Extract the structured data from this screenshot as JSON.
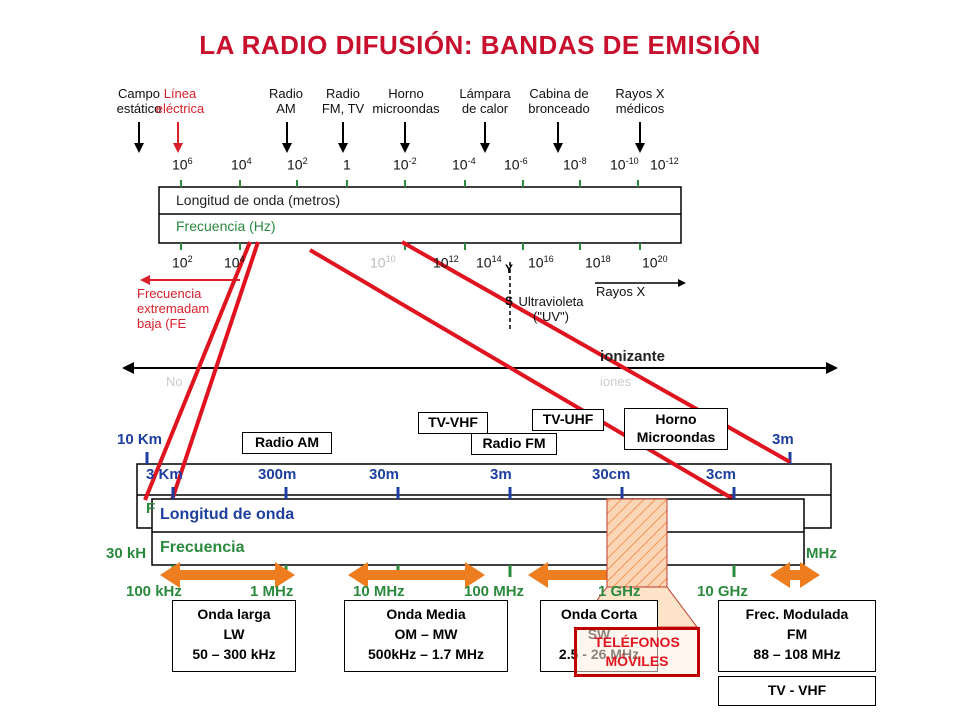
{
  "title": "LA RADIO DIFUSIÓN: BANDAS DE EMISIÓN",
  "top_sources": [
    {
      "line1": "Campo",
      "line2": "estático",
      "color": "#111111"
    },
    {
      "line1": "Línea",
      "line2": "eléctrica",
      "color": "#d91f2a"
    },
    {
      "line1": "Radio",
      "line2": "AM",
      "color": "#111111"
    },
    {
      "line1": "Radio",
      "line2": "FM, TV",
      "color": "#111111"
    },
    {
      "line1": "Horno",
      "line2": "microondas",
      "color": "#111111"
    },
    {
      "line1": "Lámpara",
      "line2": "de calor",
      "color": "#111111"
    },
    {
      "line1": "Cabina de",
      "line2": "bronceado",
      "color": "#111111"
    },
    {
      "line1": "Rayos X",
      "line2": "médicos",
      "color": "#111111"
    }
  ],
  "wavelength_exponents": [
    {
      "base": "10",
      "exp": "6"
    },
    {
      "base": "10",
      "exp": "4"
    },
    {
      "base": "10",
      "exp": "2"
    },
    {
      "base": "1",
      "exp": ""
    },
    {
      "base": "10",
      "exp": "-2"
    },
    {
      "base": "10",
      "exp": "-4"
    },
    {
      "base": "10",
      "exp": "-6"
    },
    {
      "base": "10",
      "exp": "-8"
    },
    {
      "base": "10",
      "exp": "-10"
    },
    {
      "base": "10",
      "exp": "-12"
    }
  ],
  "frequency_exponents": [
    {
      "base": "10",
      "exp": "2"
    },
    {
      "base": "10",
      "exp": "4"
    },
    {
      "base": "10",
      "exp": "10"
    },
    {
      "base": "10",
      "exp": "12"
    },
    {
      "base": "10",
      "exp": "14"
    },
    {
      "base": "10",
      "exp": "16"
    },
    {
      "base": "10",
      "exp": "18"
    },
    {
      "base": "10",
      "exp": "20"
    }
  ],
  "upper_bar": {
    "wavelength_label": "Longitud de onda (metros)",
    "frequency_label": "Frecuencia (Hz)"
  },
  "lower_left_text": {
    "line1": "Frecuencia",
    "line2": "extremadam",
    "line3": "baja (FE"
  },
  "uv_text": {
    "line1": "Ultravioleta",
    "line2": "(\"UV\")"
  },
  "xray_text": "Rayos X",
  "ionizing_text": "ionizante",
  "faded_text": {
    "left": "No",
    "right": "iones"
  },
  "device_boxes": {
    "radio_am": "Radio AM",
    "tv_vhf": "TV-VHF",
    "tv_uhf": "TV-UHF",
    "radio_fm": "Radio FM",
    "horno_line1": "Horno",
    "horno_line2": "Microondas"
  },
  "outer_wavelength_labels": {
    "left": "10 Km",
    "right": "3m"
  },
  "outer_frequency_labels": {
    "left": "30 kH",
    "right": "MHz"
  },
  "inner_wavelength_ticks": [
    "3 Km",
    "300m",
    "30m",
    "3m",
    "30cm",
    "3cm"
  ],
  "inner_bar": {
    "wavelength_label": "Longitud de onda",
    "frequency_label": "Frecuencia"
  },
  "inner_frequency_ticks": [
    "100 kHz",
    "1 MHz",
    "10 MHz",
    "100 MHz",
    "1 GHz",
    "10 GHz"
  ],
  "bands": [
    {
      "line1": "Onda larga",
      "line2": "LW",
      "line3": "50 – 300 kHz"
    },
    {
      "line1": "Onda Media",
      "line2": "OM – MW",
      "line3": "500kHz – 1.7 MHz"
    },
    {
      "line1": "Onda Corta",
      "line2": "SW",
      "line3": "2.5 - 26 MHz"
    },
    {
      "line1": "Frec. Modulada",
      "line2": "FM",
      "line3": "88 – 108 MHz"
    }
  ],
  "tv_vhf_bottom": "TV - VHF",
  "phones": {
    "line1": "TELÉFONOS",
    "line2": "MÓVILES"
  },
  "colors": {
    "title": "#c8102e",
    "blue": "#1f3fa0",
    "green": "#2b8a3e",
    "orange": "#ed7d1f",
    "red": "#e0141e",
    "phone_fill": "#fde3c8"
  }
}
